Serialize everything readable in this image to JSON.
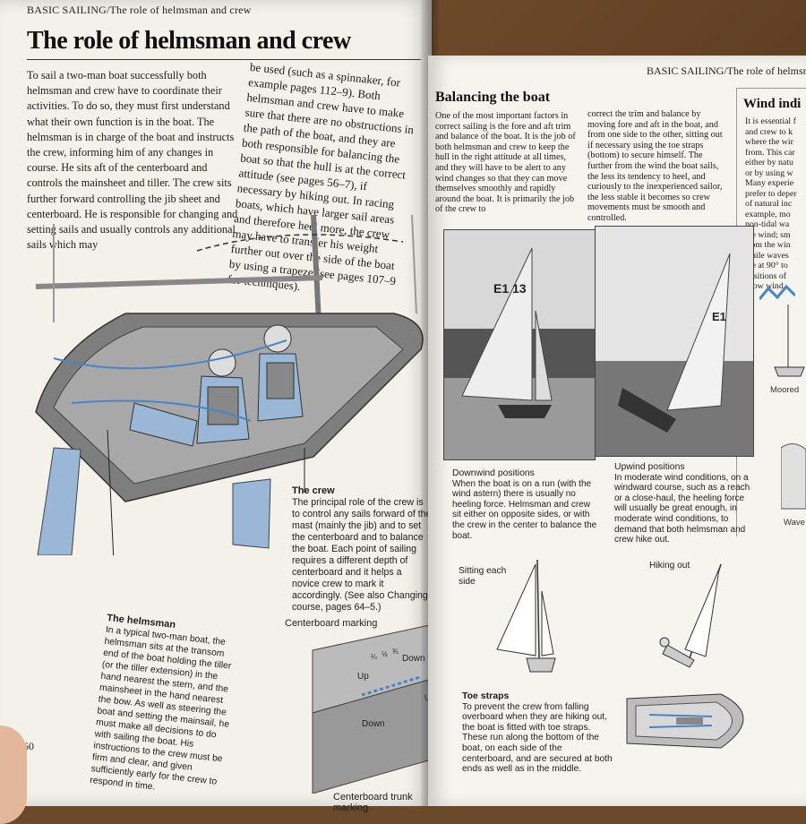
{
  "left_page": {
    "header": "BASIC SAILING/The role of helmsman and crew",
    "title": "The role of helmsman and crew",
    "intro_col1": "To sail a two-man boat successfully both helmsman and crew have to coordinate their activities. To do so, they must first understand what their own function is in the boat. The helmsman is in charge of the boat and instructs the crew, informing him of any changes in course. He sits aft of the centerboard and controls the mainsheet and tiller. The crew sits further forward controlling the jib sheet and centerboard. He is responsible for changing and setting sails and usually controls any additional sails which may",
    "intro_col2": "be used (such as a spinnaker, for example pages 112–9). Both helmsman and crew have to make sure that there are no obstructions in the path of the boat, and they are both responsible for balancing the boat so that the hull is at the correct attitude (see pages 56–7), if necessary by hiking out. In racing boats, which have larger sail areas and therefore heel more, the crew may have to transfer his weight further out over the side of the boat by using a trapeze (see pages 107–9 for techniques).",
    "crew_caption_title": "The crew",
    "crew_caption_body": "The principal role of the crew is to control any sails forward of the mast (mainly the jib) and to set the centerboard and to balance the boat. Each point of sailing requires a different depth of centerboard and it helps a novice crew to mark it accordingly. (See also Changing course, pages 64–5.)",
    "helm_caption_title": "The helmsman",
    "helm_caption_body": "In a typical two-man boat, the helmsman sits at the transom end of the boat holding the tiller (or the tiller extension) in the hand nearest the stern, and the mainsheet in the hand nearest the bow. As well as steering the boat and setting the mainsail, he must make all decisions to do with sailing the boat. His instructions to the crew must be firm and clear, and given sufficiently early for the crew to respond in time.",
    "centerboard_marking": "Centerboard marking",
    "centerboard_trunk_marking": "Centerboard trunk marking",
    "up": "Up",
    "down": "Down",
    "fractions": [
      "¼",
      "½",
      "¾"
    ],
    "page_number": "60"
  },
  "right_page": {
    "header": "BASIC SAILING/The role of helmsman",
    "section_title": "Balancing the boat",
    "body_col1": "One of the most important factors in correct sailing is the fore and aft trim and balance of the boat. It is the job of both helmsman and crew to keep the hull in the right attitude at all times, and they will have to be alert to any wind changes so that they can move themselves smoothly and rapidly around the boat. It is primarily the job of the crew to",
    "body_col2": "correct the trim and balance by moving fore and aft in the boat, and from one side to the other, sitting out if necessary using the toe straps (bottom) to secure himself. The further from the wind the boat sails, the less its tendency to heel, and curiously to the inexperienced sailor, the less stable it becomes so crew movements must be smooth and controlled.",
    "photo1_sail_number": "E1 13",
    "photo2_sail_number": "E1",
    "downwind_title": "Downwind positions",
    "downwind_body": "When the boat is on a run (with the wind astern) there is usually no heeling force. Helmsman and crew sit either on opposite sides, or with the crew in the center to balance the boat.",
    "upwind_title": "Upwind positions",
    "upwind_body": "In moderate wind conditions, on a windward course, such as a reach or a close-haul, the heeling force will usually be great enough, in moderate wind conditions, to demand that both helmsman and crew hike out.",
    "sitting_each_side": "Sitting each side",
    "hiking_out": "Hiking out",
    "toe_title": "Toe straps",
    "toe_body": "To prevent the crew from falling overboard when they are hiking out, the boat is fitted with toe straps. These run along the bottom of the boat, on each side of the centerboard, and are secured at both ends as well as in the middle.",
    "wind_title": "Wind indi",
    "wind_text": [
      "It is essential f",
      "and crew to k",
      "where the wir",
      "from. This car",
      "either by natu",
      "or by using w",
      "Many experie",
      "prefer to deper",
      "of natural inc",
      "example, mo",
      "non-tidal wa",
      "the wind; sm",
      "from the win",
      "while waves",
      "are at 90° to",
      "positions of",
      "show wind"
    ],
    "moored": "Moored",
    "waves": "Wave"
  }
}
